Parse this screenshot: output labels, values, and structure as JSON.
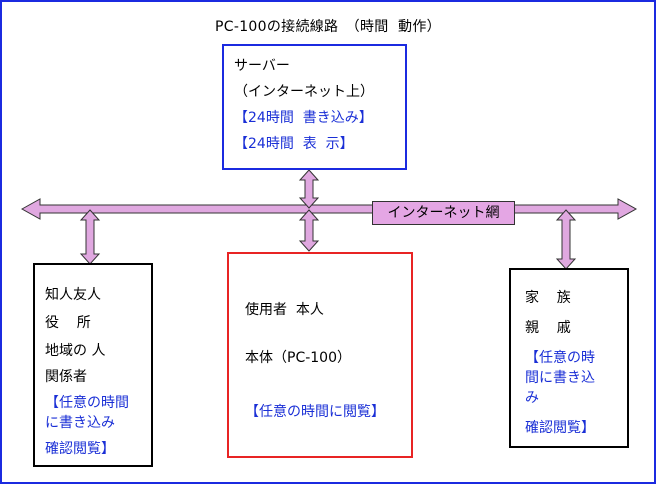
{
  "title": "PC-100の接続線路　（時間  動作）",
  "colors": {
    "frame": "#1b2ae0",
    "accent_text": "#1a2fd6",
    "arrow_fill": "#e0a8e0",
    "user_box_border": "#e82424",
    "server_box_border": "#1b2ae0"
  },
  "network_label": "インターネット網",
  "boxes": {
    "server": {
      "lines": [
        "サーバー",
        "（インターネット上）",
        "【24時間  書き込み】",
        "【24時間  表  示】"
      ]
    },
    "friends": {
      "lines": [
        "知人友人",
        "役    所",
        "地域の 人",
        "関係者",
        "【任意の時間",
        "に書き込み",
        "確認閲覧】"
      ]
    },
    "user": {
      "lines": [
        "使用者  本人",
        "本体（PC-100）",
        "【任意の時間に閲覧】"
      ]
    },
    "family": {
      "lines": [
        "家    族",
        "親    戚",
        "【任意の時",
        "間に書き込",
        "み",
        "確認閲覧】"
      ]
    }
  }
}
